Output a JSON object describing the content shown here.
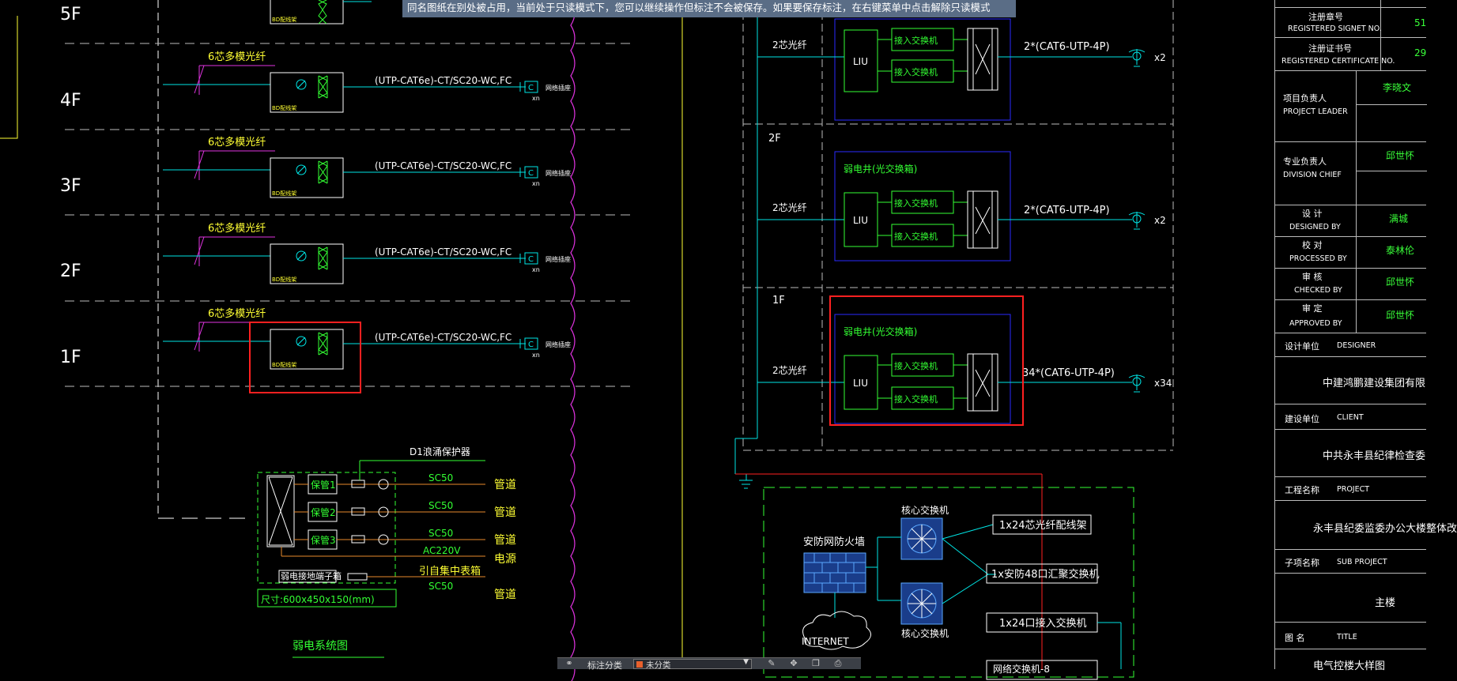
{
  "banner": {
    "text": "同名图纸在别处被占用，当前处于只读模式下，您可以继续操作但标注不会被保存。如果要保存标注，在右键菜单中点击解除只读模式"
  },
  "left_riser": {
    "floors": [
      "5F",
      "4F",
      "3F",
      "2F",
      "1F"
    ],
    "fiber_label": "6芯多模光纤",
    "cable_spec": "(UTP-CAT6e)-CT/SC20-WC,FC",
    "outlet_tag": "网络插座",
    "outlet_suffix": "xn",
    "bd_label": "BD配线架"
  },
  "weak_box": {
    "top_label": "D1浪涌保护器",
    "conduits": [
      "保管1",
      "保管2",
      "保管3"
    ],
    "specs": [
      "SC50",
      "SC50",
      "SC50",
      "AC220V",
      "SC50"
    ],
    "targets": [
      "管道",
      "管道",
      "管道",
      "电源",
      "管道"
    ],
    "lead_note": "引自集中表箱",
    "ground_bar": "弱电接地端子箱",
    "size": "尺寸:600x450x150(mm)",
    "title": "弱电系统图"
  },
  "right_riser": {
    "floors": [
      "2F",
      "1F"
    ],
    "cabinet_label": "弱电井(光交换箱)",
    "fiber_label": "2芯光纤",
    "liu": "LIU",
    "access_switch": "接入交换机",
    "cables": [
      "2*(CAT6-UTP-4P)",
      "2*(CAT6-UTP-4P)",
      "34*(CAT6-UTP-4P)"
    ],
    "counts": [
      "x2",
      "x2",
      "x34"
    ]
  },
  "core_network": {
    "firewall": "安防网防火墙",
    "internet": "INTERNET",
    "core_switch": "核心交换机",
    "patch_panel": "1x24芯光纤配线架",
    "agg_switch": "1x安防48口汇聚交换机",
    "access_switch": "1x24口接入交换机",
    "partial": "网络交换机-8"
  },
  "title_block": {
    "rows": [
      {
        "cn": "注册章号",
        "en": "REGISTERED SIGNET NO.",
        "val": "51"
      },
      {
        "cn": "注册证书号",
        "en": "REGISTERED CERTIFICATE NO.",
        "val": "29"
      },
      {
        "cn": "项目负责人",
        "en": "PROJECT LEADER",
        "val": "李晓文"
      },
      {
        "cn": "专业负责人",
        "en": "DIVISION CHIEF",
        "val": "邱世怀"
      },
      {
        "cn": "设  计",
        "en": "DESIGNED BY",
        "val": "满城"
      },
      {
        "cn": "校  对",
        "en": "PROCESSED BY",
        "val": "泰林伦"
      },
      {
        "cn": "审  核",
        "en": "CHECKED BY",
        "val": "邱世怀"
      },
      {
        "cn": "审  定",
        "en": "APPROVED BY",
        "val": "邱世怀"
      }
    ],
    "designer_cn": "设计单位",
    "designer_en": "DESIGNER",
    "designer_val": "中建鸿鹏建设集团有限",
    "client_cn": "建设单位",
    "client_en": "CLIENT",
    "client_val": "中共永丰县纪律检查委",
    "project_cn": "工程名称",
    "project_en": "PROJECT",
    "project_val": "永丰县纪委监委办公大楼整体改",
    "sub_cn": "子项名称",
    "sub_en": "SUB PROJECT",
    "sub_val": "主楼",
    "title_cn": "图  名",
    "title_en": "TITLE",
    "title_val": "电气控楼大样图"
  },
  "layer_bar": {
    "label": "标注分类",
    "selected": "未分类"
  },
  "colors": {
    "cyan": "#00e5e5",
    "green": "#33ff33",
    "yellow": "#ffff33",
    "magenta": "#e033e0",
    "blue": "#2a2aff",
    "red": "#ff2020",
    "white": "#ffffff",
    "bg": "#000000"
  }
}
